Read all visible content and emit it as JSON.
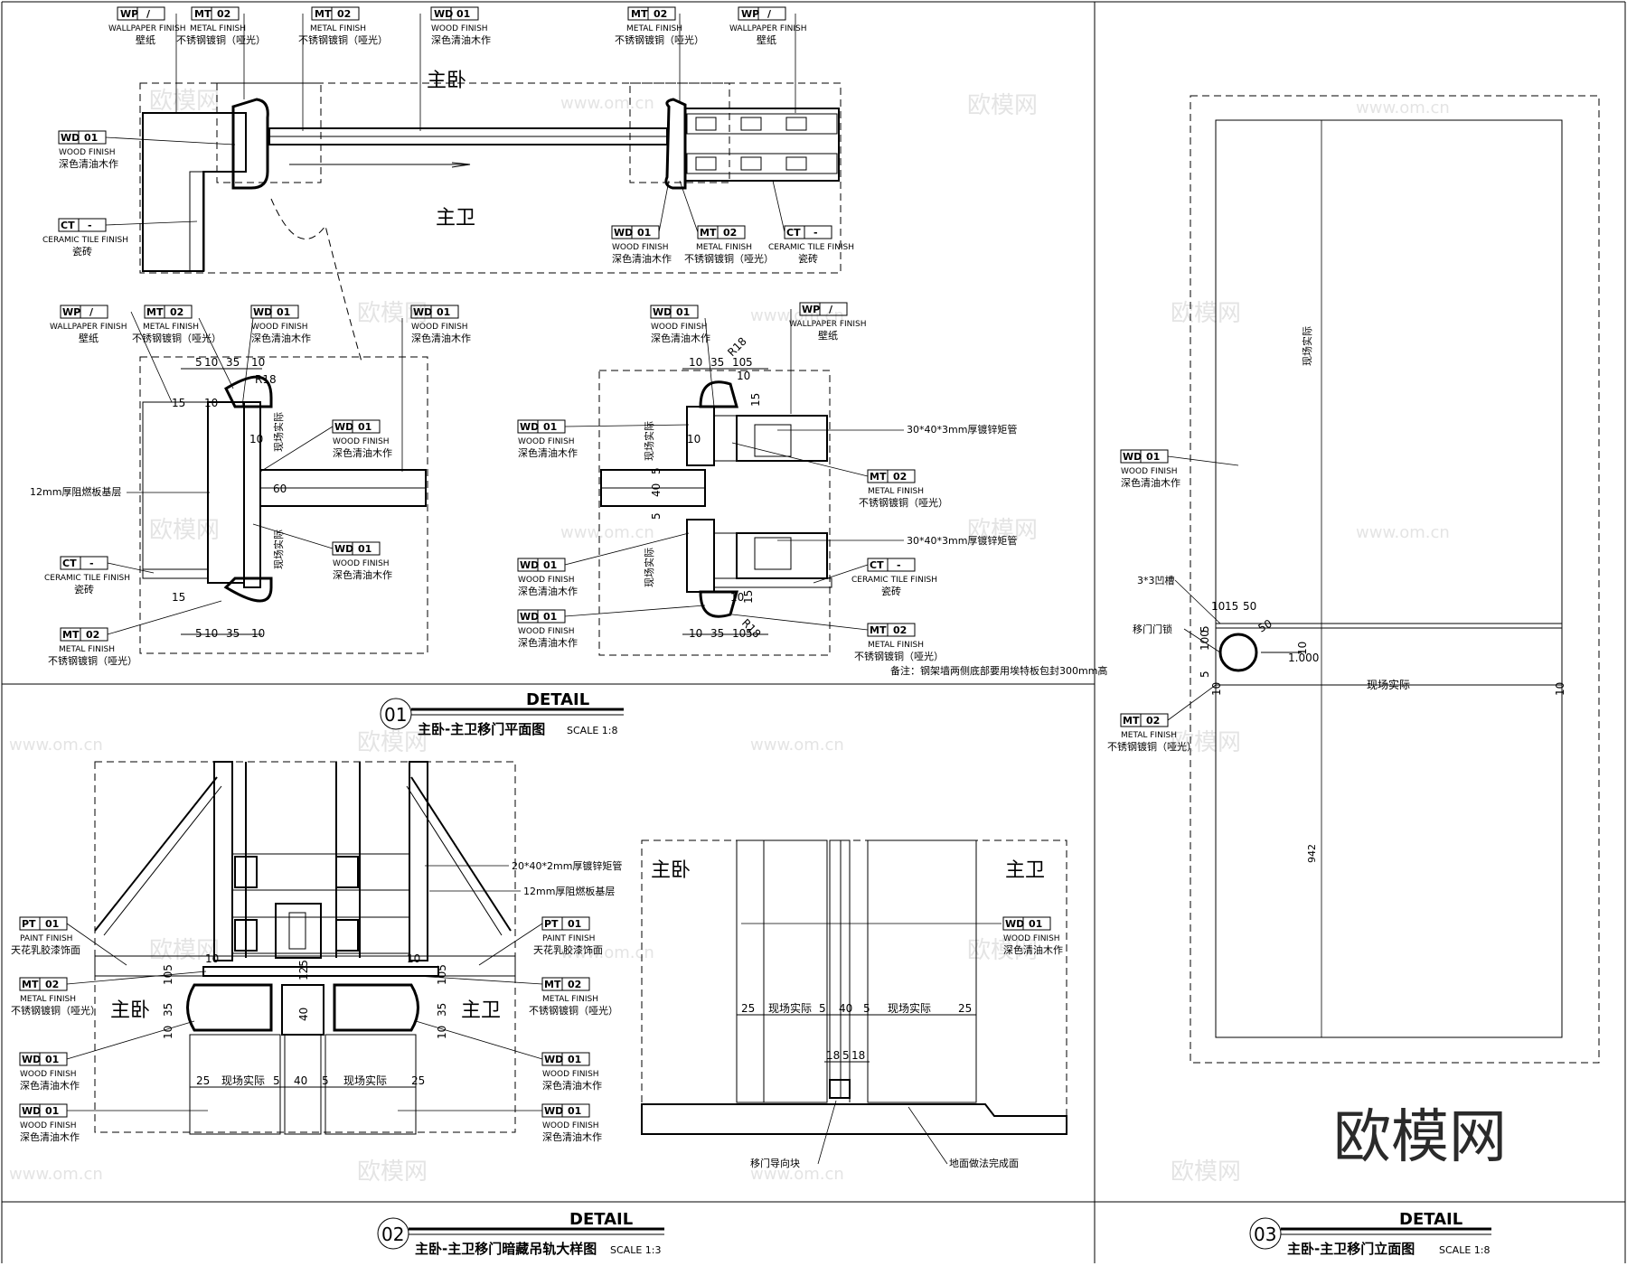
{
  "watermark": {
    "text": "欧模网",
    "url_text": "www.om.cn"
  },
  "rooms": {
    "master_bedroom": "主卧",
    "master_bath": "主卫"
  },
  "tags": {
    "wp01": {
      "code": "WP",
      "num": "/",
      "en": "WALLPAPER FINISH",
      "cn": "壁纸"
    },
    "mt02": {
      "code": "MT",
      "num": "02",
      "en": "METAL FINISH",
      "cn": "不锈钢镀铜（哑光）"
    },
    "wd01": {
      "code": "WD",
      "num": "01",
      "en": "WOOD FINISH",
      "cn": "深色清油木作"
    },
    "ct01": {
      "code": "CT",
      "num": "-",
      "en": "CERAMIC TILE FINISH",
      "cn": "瓷砖"
    },
    "pt01": {
      "code": "PT",
      "num": "01",
      "en": "PAINT FINISH",
      "cn": "天花乳胶漆饰面"
    }
  },
  "notes": {
    "fire_board": "12mm厚阻燃板基层",
    "tube_30": "30*40*3mm厚镀锌矩管",
    "tube_20": "20*40*2mm厚镀锌矩管",
    "bottom_note": "备注：钢架墙两侧底部要用埃特板包封300mm高",
    "groove": "3*3凹槽",
    "door_lock": "移门门锁",
    "guide_block": "移门导向块",
    "floor_finish": "地面做法完成面",
    "site": "现场实际"
  },
  "dims": {
    "d5": "5",
    "d10": "10",
    "d15": "15",
    "d35": "35",
    "d40": "40",
    "d25": "25",
    "d18": "18",
    "d60": "60",
    "d50": "50",
    "d105": "105",
    "d125": "125",
    "d100": "100",
    "r18": "R18",
    "h1000": "1.000",
    "len942": "942",
    "gap": "10.5",
    "g50": "50",
    "g10b": "10"
  },
  "details": [
    {
      "num": "01",
      "head": "DETAIL",
      "title": "主卧-主卫移门平面图",
      "scale": "SCALE 1:8"
    },
    {
      "num": "02",
      "head": "DETAIL",
      "title": "主卧-主卫移门暗藏吊轨大样图",
      "scale": "SCALE 1:3"
    },
    {
      "num": "03",
      "head": "DETAIL",
      "title": "主卧-主卫移门立面图",
      "scale": "SCALE 1:8"
    }
  ]
}
